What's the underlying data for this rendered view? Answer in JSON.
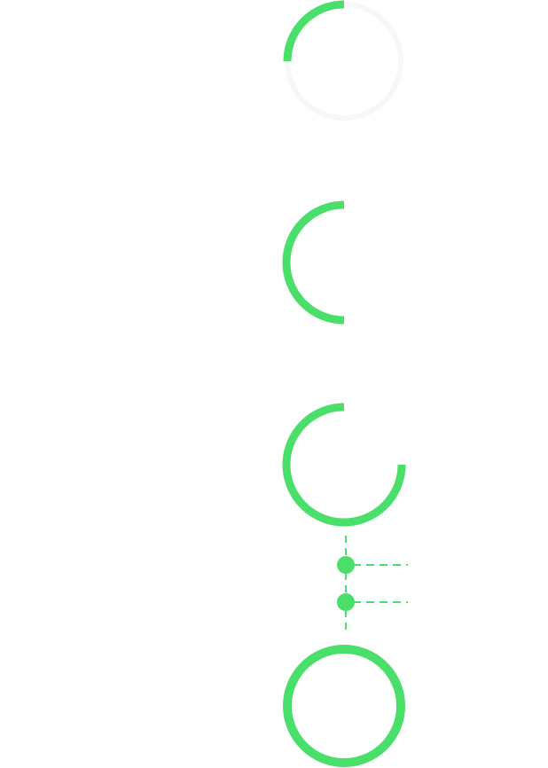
{
  "colors": {
    "accent": "#4ade6a",
    "track": "#f7f7f7",
    "background": "#ffffff"
  },
  "progress_rings": [
    {
      "name": "ring-25-percent",
      "progress": 0.25,
      "show_track": true
    },
    {
      "name": "ring-50-percent",
      "progress": 0.5,
      "show_track": false
    },
    {
      "name": "ring-75-percent",
      "progress": 0.75,
      "show_track": false
    },
    {
      "name": "ring-100-percent",
      "progress": 1.0,
      "show_track": false
    }
  ],
  "connector": {
    "style": "dashed",
    "nodes": 2
  }
}
